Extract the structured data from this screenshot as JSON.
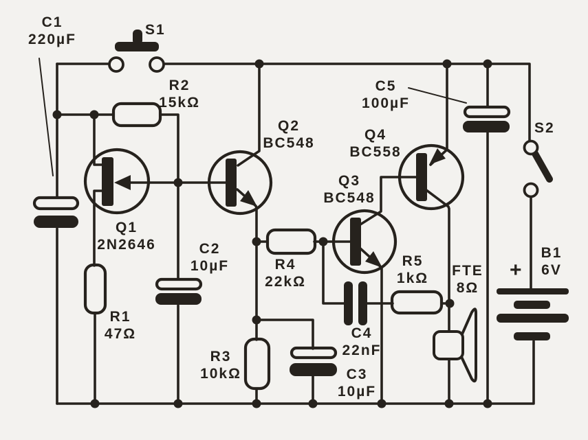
{
  "diagram_type": "electronic-circuit-schematic",
  "colors": {
    "background": "#f3f2ef",
    "ink": "#26221d"
  },
  "components": {
    "c1": {
      "ref": "C1",
      "value": "220µF"
    },
    "s1": {
      "ref": "S1"
    },
    "r2": {
      "ref": "R2",
      "value": "15kΩ"
    },
    "q2": {
      "ref": "Q2",
      "value": "BC548"
    },
    "c5": {
      "ref": "C5",
      "value": "100µF"
    },
    "s2": {
      "ref": "S2"
    },
    "q4": {
      "ref": "Q4",
      "value": "BC558"
    },
    "q3": {
      "ref": "Q3",
      "value": "BC548"
    },
    "q1": {
      "ref": "Q1",
      "value": "2N2646"
    },
    "c2": {
      "ref": "C2",
      "value": "10µF"
    },
    "r4": {
      "ref": "R4",
      "value": "22kΩ"
    },
    "r5": {
      "ref": "R5",
      "value": "1kΩ"
    },
    "fte": {
      "ref": "FTE",
      "value": "8Ω"
    },
    "b1": {
      "ref": "B1",
      "value": "6V",
      "polarity": "+"
    },
    "r1": {
      "ref": "R1",
      "value": "47Ω"
    },
    "r3": {
      "ref": "R3",
      "value": "10kΩ"
    },
    "c4": {
      "ref": "C4",
      "value": "22nF"
    },
    "c3": {
      "ref": "C3",
      "value": "10µF"
    }
  }
}
